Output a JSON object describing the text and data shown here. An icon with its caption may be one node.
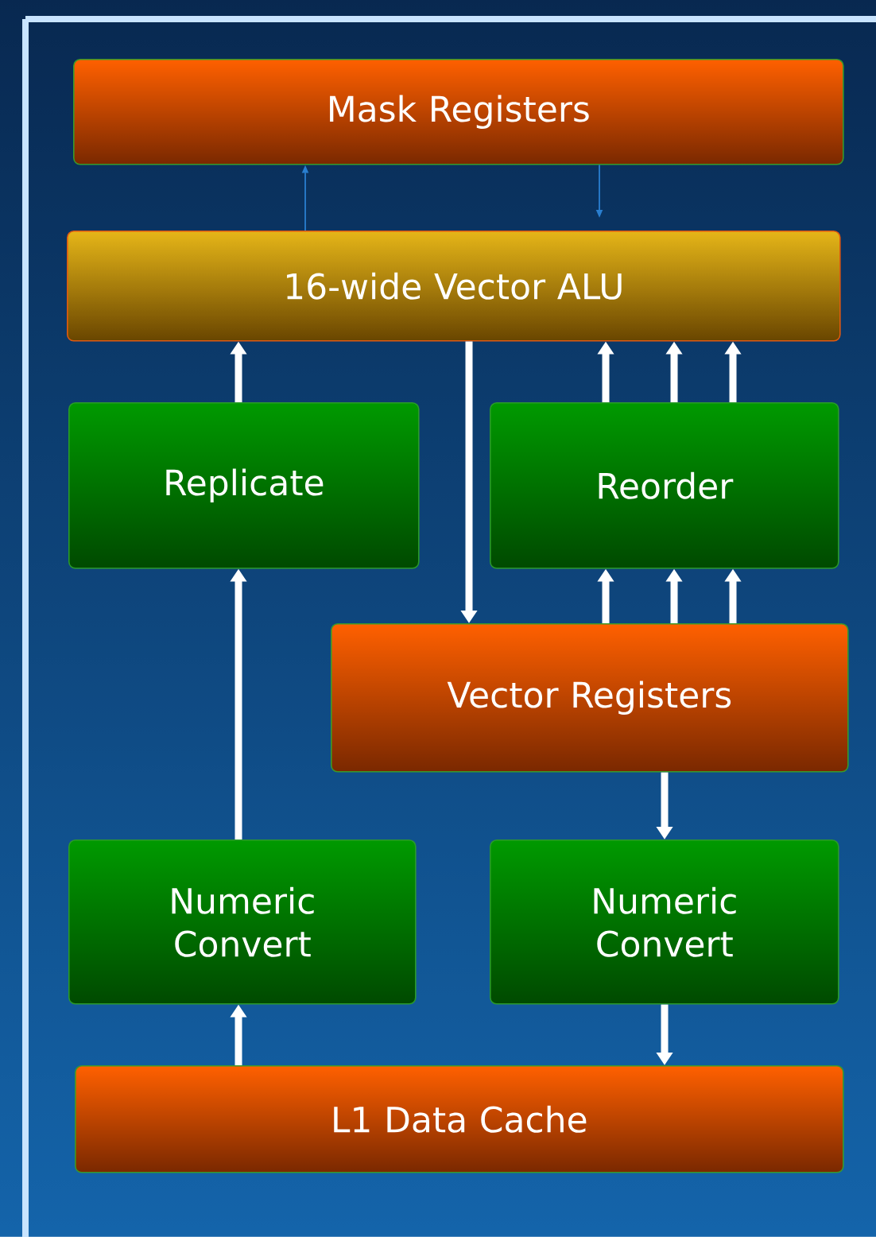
{
  "diagram": {
    "nodes": [
      {
        "text": [
          "Mask Registers"
        ]
      },
      {
        "text": [
          "16-wide Vector ALU"
        ]
      },
      {
        "text": [
          "Replicate"
        ]
      },
      {
        "text": [
          "Reorder"
        ]
      },
      {
        "text": [
          "Vector Registers"
        ]
      },
      {
        "text": [
          "Numeric Convert"
        ]
      },
      {
        "text": [
          "Numeric Convert"
        ]
      },
      {
        "text": [
          "L1 Data Cache"
        ]
      }
    ],
    "edges": [
      {
        "from": 1,
        "to": 0,
        "arrow": "to",
        "color": "#2a7fd0"
      },
      {
        "from": 0,
        "to": 1,
        "arrow": "to",
        "color": "#2a7fd0"
      },
      {
        "from": 2,
        "to": 1,
        "arrow": "to"
      },
      {
        "from": 3,
        "to": 1,
        "arrow": "to"
      },
      {
        "from": 3,
        "to": 1,
        "arrow": "to"
      },
      {
        "from": 3,
        "to": 1,
        "arrow": "to"
      },
      {
        "from": 1,
        "to": 4,
        "arrow": "to"
      },
      {
        "from": 4,
        "to": 3,
        "arrow": "to"
      },
      {
        "from": 4,
        "to": 3,
        "arrow": "to"
      },
      {
        "from": 4,
        "to": 3,
        "arrow": "to"
      },
      {
        "from": 5,
        "to": 2,
        "arrow": "to"
      },
      {
        "from": 4,
        "to": 6,
        "arrow": "to"
      },
      {
        "from": 7,
        "to": 5,
        "arrow": "to"
      },
      {
        "from": 6,
        "to": 7,
        "arrow": "to"
      }
    ]
  }
}
